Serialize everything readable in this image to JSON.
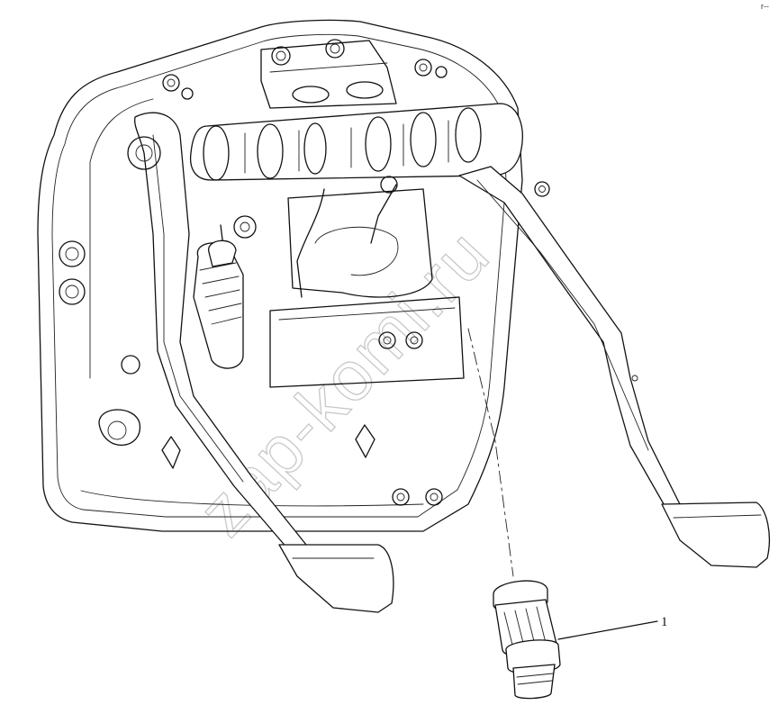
{
  "diagram": {
    "parts": [
      {
        "id": "1",
        "callout": "1"
      }
    ],
    "watermark": "zap-komi.ru",
    "corner_mark": "r--"
  }
}
